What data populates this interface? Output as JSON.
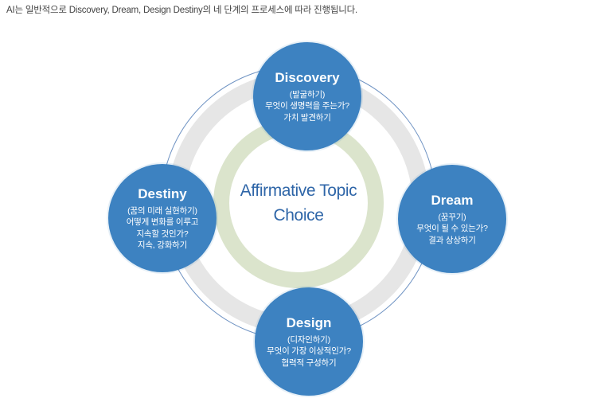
{
  "intro_text": "AI는 일반적으로 Discovery, Dream, Design Destiny의 네 단계의 프로세스에 따라 진행됩니다.",
  "center": {
    "line1": "Affirmative Topic",
    "line2": "Choice"
  },
  "stages": {
    "discovery": {
      "title": "Discovery",
      "lines": [
        "(발굴하기)",
        "무엇이 생명력을 주는가?",
        "가치 발견하기"
      ]
    },
    "dream": {
      "title": "Dream",
      "lines": [
        "(꿈꾸기)",
        "무엇이 될 수 있는가?",
        "결과 상상하기"
      ]
    },
    "design": {
      "title": "Design",
      "lines": [
        "(디자인하기)",
        "무엇이 가장 이상적인가?",
        "협력적 구성하기"
      ]
    },
    "destiny": {
      "title": "Destiny",
      "lines": [
        "(꿈의 미래 실현하기)",
        "어떻게 변화를 이루고",
        "지속할 것인가?",
        "지속, 강화하기"
      ]
    }
  },
  "colors": {
    "node_fill": "#3d82c1",
    "center_text": "#2f66a8",
    "outer_ring": "#e6e6e6",
    "inner_ring": "#dbe4cc",
    "outer_line": "#6f93c3"
  }
}
